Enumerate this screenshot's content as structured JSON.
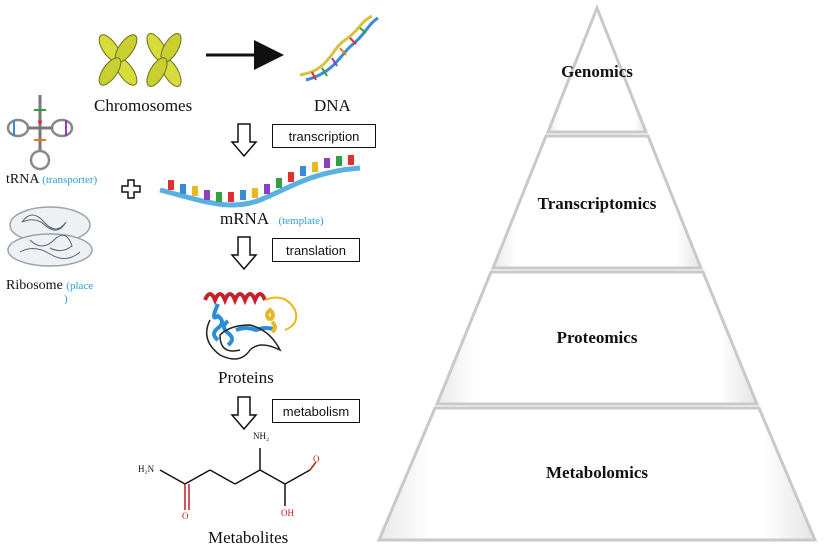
{
  "left_flow": {
    "chromosomes": "Chromosomes",
    "dna": "DNA",
    "trna": "tRNA",
    "trna_note": "(transporter)",
    "ribosome": "Ribosome",
    "ribosome_note_1": "(place",
    "ribosome_note_2": ")",
    "mrna": "mRNA",
    "mrna_note": "(template)",
    "proteins": "Proteins",
    "metabolites": "Metabolites",
    "plus_symbol": "✚"
  },
  "steps": {
    "transcription": "transcription",
    "translation": "translation",
    "metabolism": "metabolism"
  },
  "molecule_labels": {
    "nh2": "NH₂",
    "h2n": "H₂N",
    "o": "O",
    "oh": "OH",
    "o_top": "O"
  },
  "pyramid": {
    "tiers": [
      "Genomics",
      "Transcriptomics",
      "Proteomics",
      "Metabolomics"
    ]
  },
  "colors": {
    "pyramid_fill": "#ffffff",
    "pyramid_stroke": "#c9c9c9",
    "note_blue": "#2aa0d0",
    "chromosome_yellow": "#d6dc3a",
    "helix_red": "#c8202a",
    "helix_blue": "#2a8fd6",
    "helix_yellow": "#e8b820"
  }
}
